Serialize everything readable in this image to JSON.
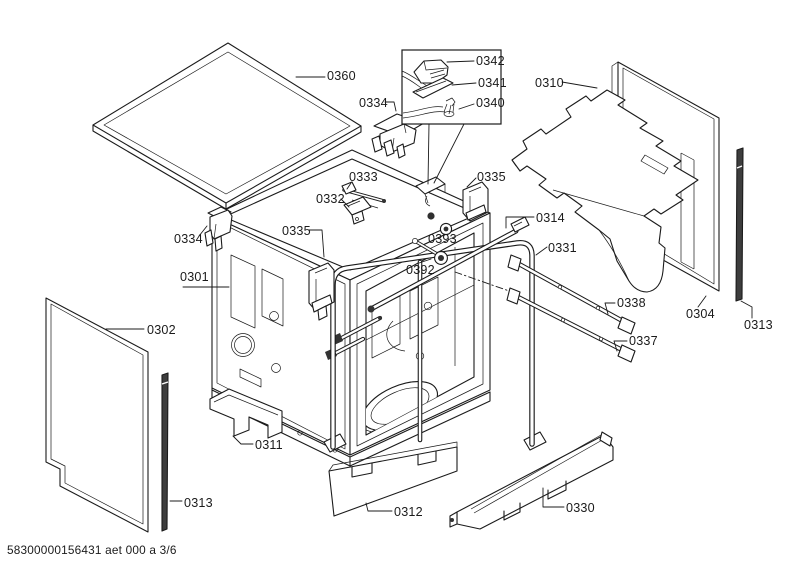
{
  "document": {
    "footer_code": "58300000156431 aet 000 a 3/6"
  },
  "callouts": {
    "worktop": "0360",
    "inset_latch": "0342",
    "inset_carrier": "0341",
    "inset_clip": "0340",
    "lock_upper": "0334",
    "insulation_mat": "0310",
    "strip_top": "0333",
    "bracket_right": "0335",
    "bracket_small": "0332",
    "rail_top": "0314",
    "lock_left": "0334",
    "bracket_left": "0335",
    "grommet": "0393",
    "frame": "0331",
    "bolt": "0392",
    "tub": "0301",
    "rail_upper": "0338",
    "panel_rear": "0304",
    "panel_door": "0302",
    "rail_lower": "0337",
    "strip_right": "0313",
    "base_left": "0311",
    "strip_left": "0313",
    "base_front": "0312",
    "base_rail": "0330"
  },
  "colors": {
    "line": "#1b1b1b",
    "background": "#ffffff",
    "dark_strip": "#3d3d3d"
  }
}
